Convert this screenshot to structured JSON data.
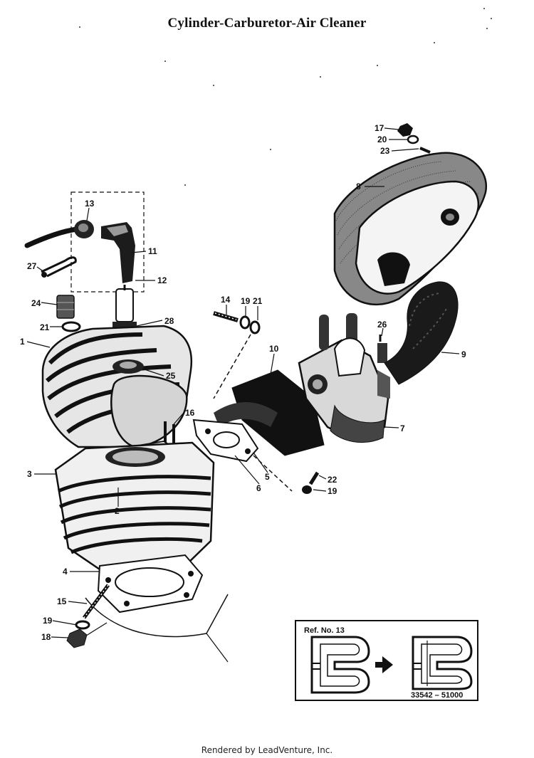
{
  "page": {
    "title": "Cylinder-Carburetor-Air Cleaner",
    "footer": "Rendered by LeadVenture, Inc."
  },
  "callouts": [
    {
      "id": "c13",
      "label": "13"
    },
    {
      "id": "c11",
      "label": "11"
    },
    {
      "id": "c27",
      "label": "27"
    },
    {
      "id": "c12",
      "label": "12"
    },
    {
      "id": "c24",
      "label": "24"
    },
    {
      "id": "c28a",
      "label": "28"
    },
    {
      "id": "c21a",
      "label": "21"
    },
    {
      "id": "c1",
      "label": "1"
    },
    {
      "id": "c25",
      "label": "25"
    },
    {
      "id": "c16",
      "label": "16"
    },
    {
      "id": "c3",
      "label": "3"
    },
    {
      "id": "c2",
      "label": "2"
    },
    {
      "id": "c4",
      "label": "4"
    },
    {
      "id": "c15",
      "label": "15"
    },
    {
      "id": "c19a",
      "label": "19"
    },
    {
      "id": "c18",
      "label": "18"
    },
    {
      "id": "c14",
      "label": "14"
    },
    {
      "id": "c19b",
      "label": "19"
    },
    {
      "id": "c21b",
      "label": "21"
    },
    {
      "id": "c10",
      "label": "10"
    },
    {
      "id": "c5",
      "label": "5"
    },
    {
      "id": "c6",
      "label": "6"
    },
    {
      "id": "c22",
      "label": "22"
    },
    {
      "id": "c19c",
      "label": "19"
    },
    {
      "id": "c7",
      "label": "7"
    },
    {
      "id": "c26",
      "label": "26"
    },
    {
      "id": "c9",
      "label": "9"
    },
    {
      "id": "c8",
      "label": "8"
    },
    {
      "id": "c17",
      "label": "17"
    },
    {
      "id": "c20",
      "label": "20"
    },
    {
      "id": "c23",
      "label": "23"
    }
  ],
  "ref_box": {
    "title": "Ref. No. 13",
    "part_number": "33542 – 51000"
  }
}
